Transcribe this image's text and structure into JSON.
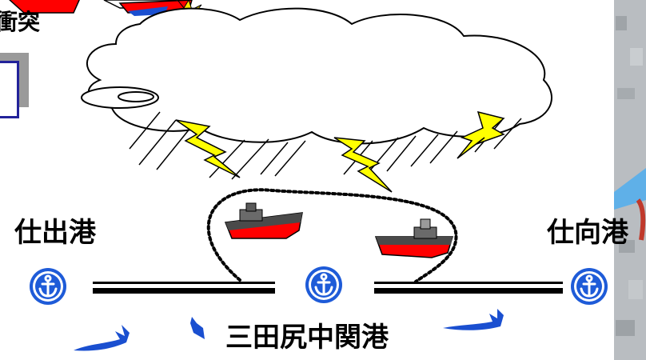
{
  "labels": {
    "collision": "衝突",
    "port_left": "仕出港",
    "port_right": "仕向港",
    "port_main": "三田尻中関港"
  },
  "icons": {
    "anchor": "anchor-icon",
    "ship": "ship-icon",
    "cloud": "storm-cloud-icon",
    "lightning": "lightning-icon",
    "wave": "wave-splash-icon"
  },
  "colors": {
    "hull_red": "#ff0000",
    "ship_gray": "#4a4a4a",
    "lightning": "#ffff00",
    "anchor_blue": "#1e5bd8",
    "splash_blue": "#1a4fd0",
    "frame_blue": "#22229a"
  }
}
